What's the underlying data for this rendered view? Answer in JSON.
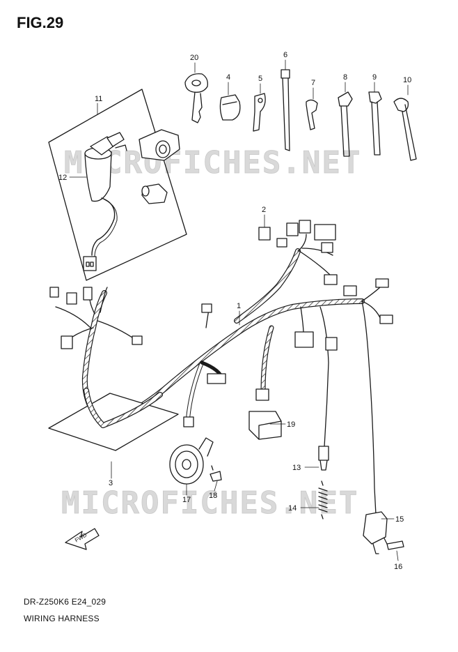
{
  "figure": {
    "title": "FIG.29",
    "footer_code": "DR-Z250K6 E24_029",
    "footer_name": "WIRING HARNESS",
    "watermark": "MICROFICHES.NET",
    "fwd_label": "FWD"
  },
  "parts": {
    "p1": "1",
    "p2": "2",
    "p3": "3",
    "p4": "4",
    "p5": "5",
    "p6": "6",
    "p7": "7",
    "p8": "8",
    "p9": "9",
    "p10": "10",
    "p11": "11",
    "p12": "12",
    "p13": "13",
    "p14": "14",
    "p15": "15",
    "p16": "16",
    "p17": "17",
    "p18": "18",
    "p19": "19",
    "p20": "20"
  },
  "colors": {
    "line": "#1a1a1a",
    "watermark": "#d9d9d9",
    "fill": "#ffffff"
  }
}
